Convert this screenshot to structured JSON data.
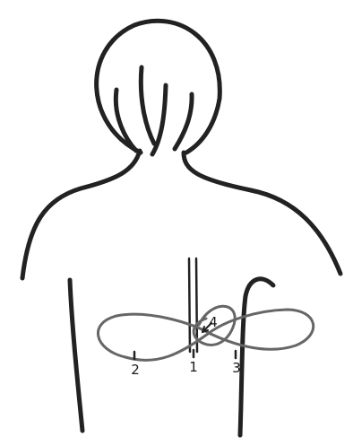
{
  "colors": {
    "outline": "#222222",
    "cord": "#666666",
    "paper": "#ffffff"
  },
  "labels": {
    "point_1": "1",
    "point_2": "2",
    "point_3": "3",
    "point_4": "4"
  }
}
